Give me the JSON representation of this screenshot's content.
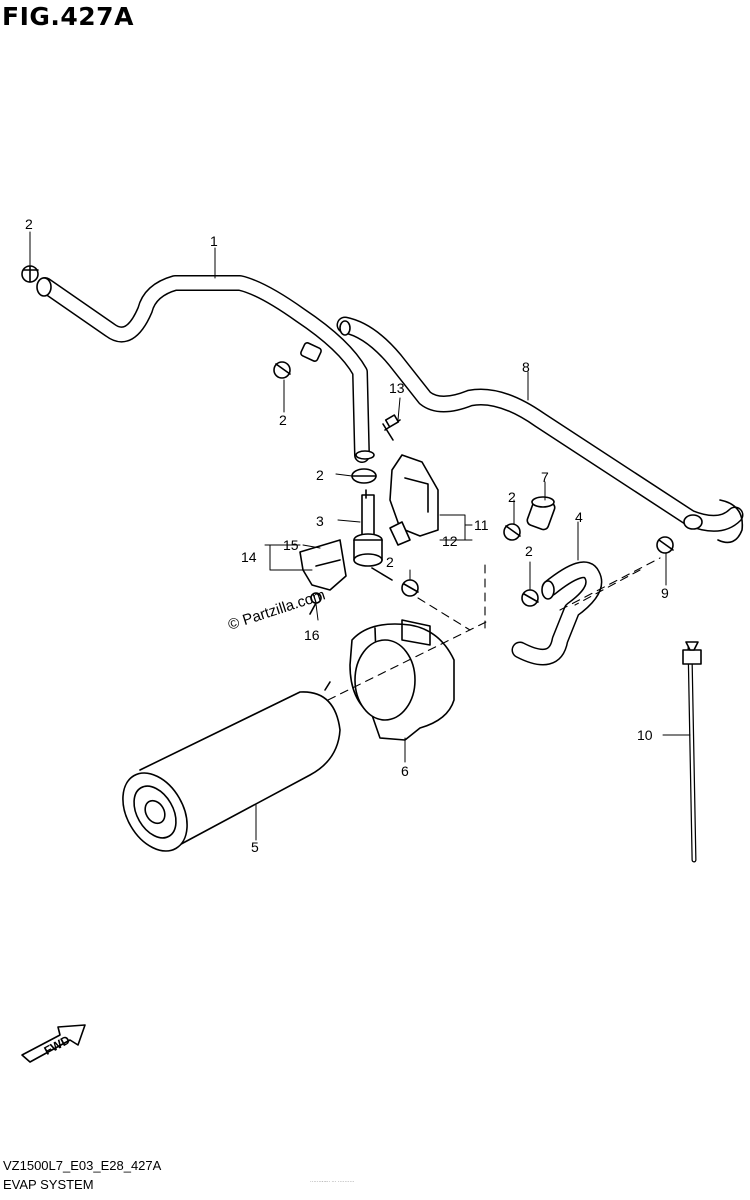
{
  "figure": {
    "title": "FIG.427A",
    "model_code": "VZ1500L7_E03_E28_427A",
    "caption": "EVAP SYSTEM",
    "watermark": "© Partzilla.com",
    "fwd_label": "FWD",
    "tiny_text": "·······-·-·· ··· ··········"
  },
  "callouts": [
    {
      "id": "c-1",
      "label": "1"
    },
    {
      "id": "c-2a",
      "label": "2"
    },
    {
      "id": "c-2b",
      "label": "2"
    },
    {
      "id": "c-2c",
      "label": "2"
    },
    {
      "id": "c-2d",
      "label": "2"
    },
    {
      "id": "c-2e",
      "label": "2"
    },
    {
      "id": "c-2f",
      "label": "2"
    },
    {
      "id": "c-3",
      "label": "3"
    },
    {
      "id": "c-4",
      "label": "4"
    },
    {
      "id": "c-5",
      "label": "5"
    },
    {
      "id": "c-6",
      "label": "6"
    },
    {
      "id": "c-7",
      "label": "7"
    },
    {
      "id": "c-8",
      "label": "8"
    },
    {
      "id": "c-9",
      "label": "9"
    },
    {
      "id": "c-10",
      "label": "10"
    },
    {
      "id": "c-11",
      "label": "11"
    },
    {
      "id": "c-12",
      "label": "12"
    },
    {
      "id": "c-13",
      "label": "13"
    },
    {
      "id": "c-14",
      "label": "14"
    },
    {
      "id": "c-15",
      "label": "15"
    },
    {
      "id": "c-16",
      "label": "16"
    }
  ]
}
